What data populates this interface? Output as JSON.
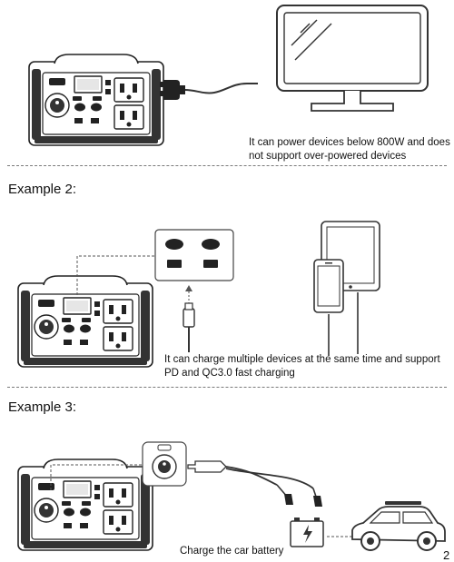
{
  "example1": {
    "caption_line1": "It can power devices below 800W and does",
    "caption_line2": "not support over-powered devices"
  },
  "example2": {
    "heading": "Example 2:",
    "caption_line1": "It can charge multiple devices at the same time and support",
    "caption_line2": "PD and QC3.0 fast charging"
  },
  "example3": {
    "heading": "Example 3:",
    "caption": "Charge the car battery"
  },
  "page_number_fragment": "2"
}
